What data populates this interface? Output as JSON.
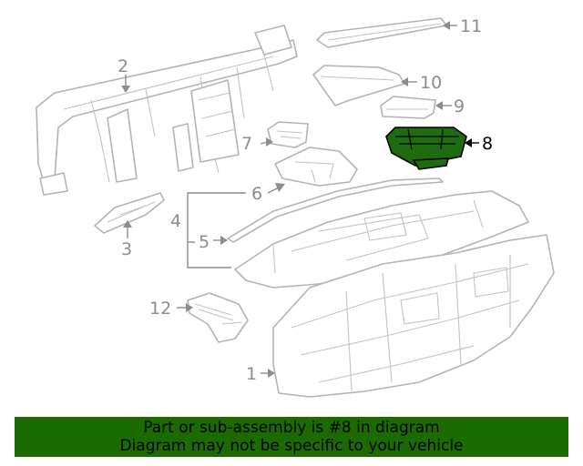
{
  "highlight_color": "#1c6b00",
  "highlighted_part": "8",
  "callouts": {
    "c1": "1",
    "c2": "2",
    "c3": "3",
    "c4": "4",
    "c5": "5",
    "c6": "6",
    "c7": "7",
    "c8": "8",
    "c9": "9",
    "c10": "10",
    "c11": "11",
    "c12": "12"
  },
  "banner": {
    "line1": "Part or sub-assembly is #8 in diagram",
    "line2": "Diagram may not be specific to your vehicle"
  }
}
